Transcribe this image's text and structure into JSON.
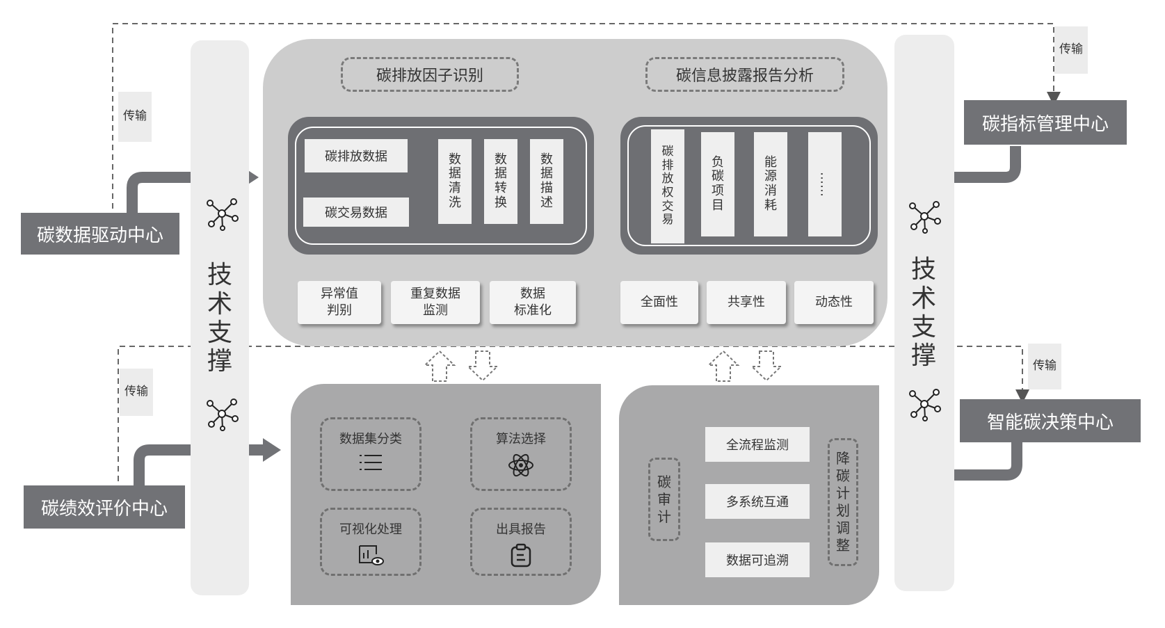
{
  "hubs": {
    "carbon_data_driver": "碳数据驱动中心",
    "carbon_performance_eval": "碳绩效评价中心",
    "carbon_indicator_mgmt": "碳指标管理中心",
    "smart_carbon_decision": "智能碳决策中心"
  },
  "transmission_label": "传输",
  "tech_support": {
    "label": "技术支撑",
    "chars": [
      "技",
      "术",
      "支",
      "撑"
    ],
    "icon": "network-icon"
  },
  "left_module": {
    "title": "碳排放因子识别",
    "inputs": [
      "碳排放数据",
      "碳交易数据"
    ],
    "steps": [
      [
        "数",
        "据",
        "清",
        "洗"
      ],
      [
        "数",
        "据",
        "转",
        "换"
      ],
      [
        "数",
        "据",
        "描",
        "述"
      ]
    ],
    "tags": [
      [
        "异常值",
        "判别"
      ],
      [
        "重复数据",
        "监测"
      ],
      [
        "数据",
        "标准化"
      ]
    ]
  },
  "right_module": {
    "title": "碳信息披露报告分析",
    "columns": [
      [
        "碳",
        "排",
        "放",
        "权",
        "交",
        "易"
      ],
      [
        "负",
        "碳",
        "项",
        "目"
      ],
      [
        "能",
        "源",
        "消",
        "耗"
      ],
      [
        "……"
      ]
    ],
    "tags": [
      "全面性",
      "共享性",
      "动态性"
    ]
  },
  "algorithm_module": {
    "boxes": [
      {
        "label": "数据集分类",
        "icon": "list-icon"
      },
      {
        "label": "算法选择",
        "icon": "atom-icon"
      },
      {
        "label": "可视化处理",
        "icon": "chart-eye-icon"
      },
      {
        "label": "出具报告",
        "icon": "clipboard-icon"
      }
    ]
  },
  "audit_module": {
    "left_label": [
      "碳",
      "审",
      "计"
    ],
    "items": [
      "全流程监测",
      "多系统互通",
      "数据可追溯"
    ],
    "right_label": [
      "降",
      "碳",
      "计",
      "划",
      "调",
      "整"
    ]
  },
  "colors": {
    "dark_gray": "#6e6f73",
    "panel_gray": "#cdcdcd",
    "lower_gray": "#a9a9aa",
    "pillar": "#ededed"
  }
}
